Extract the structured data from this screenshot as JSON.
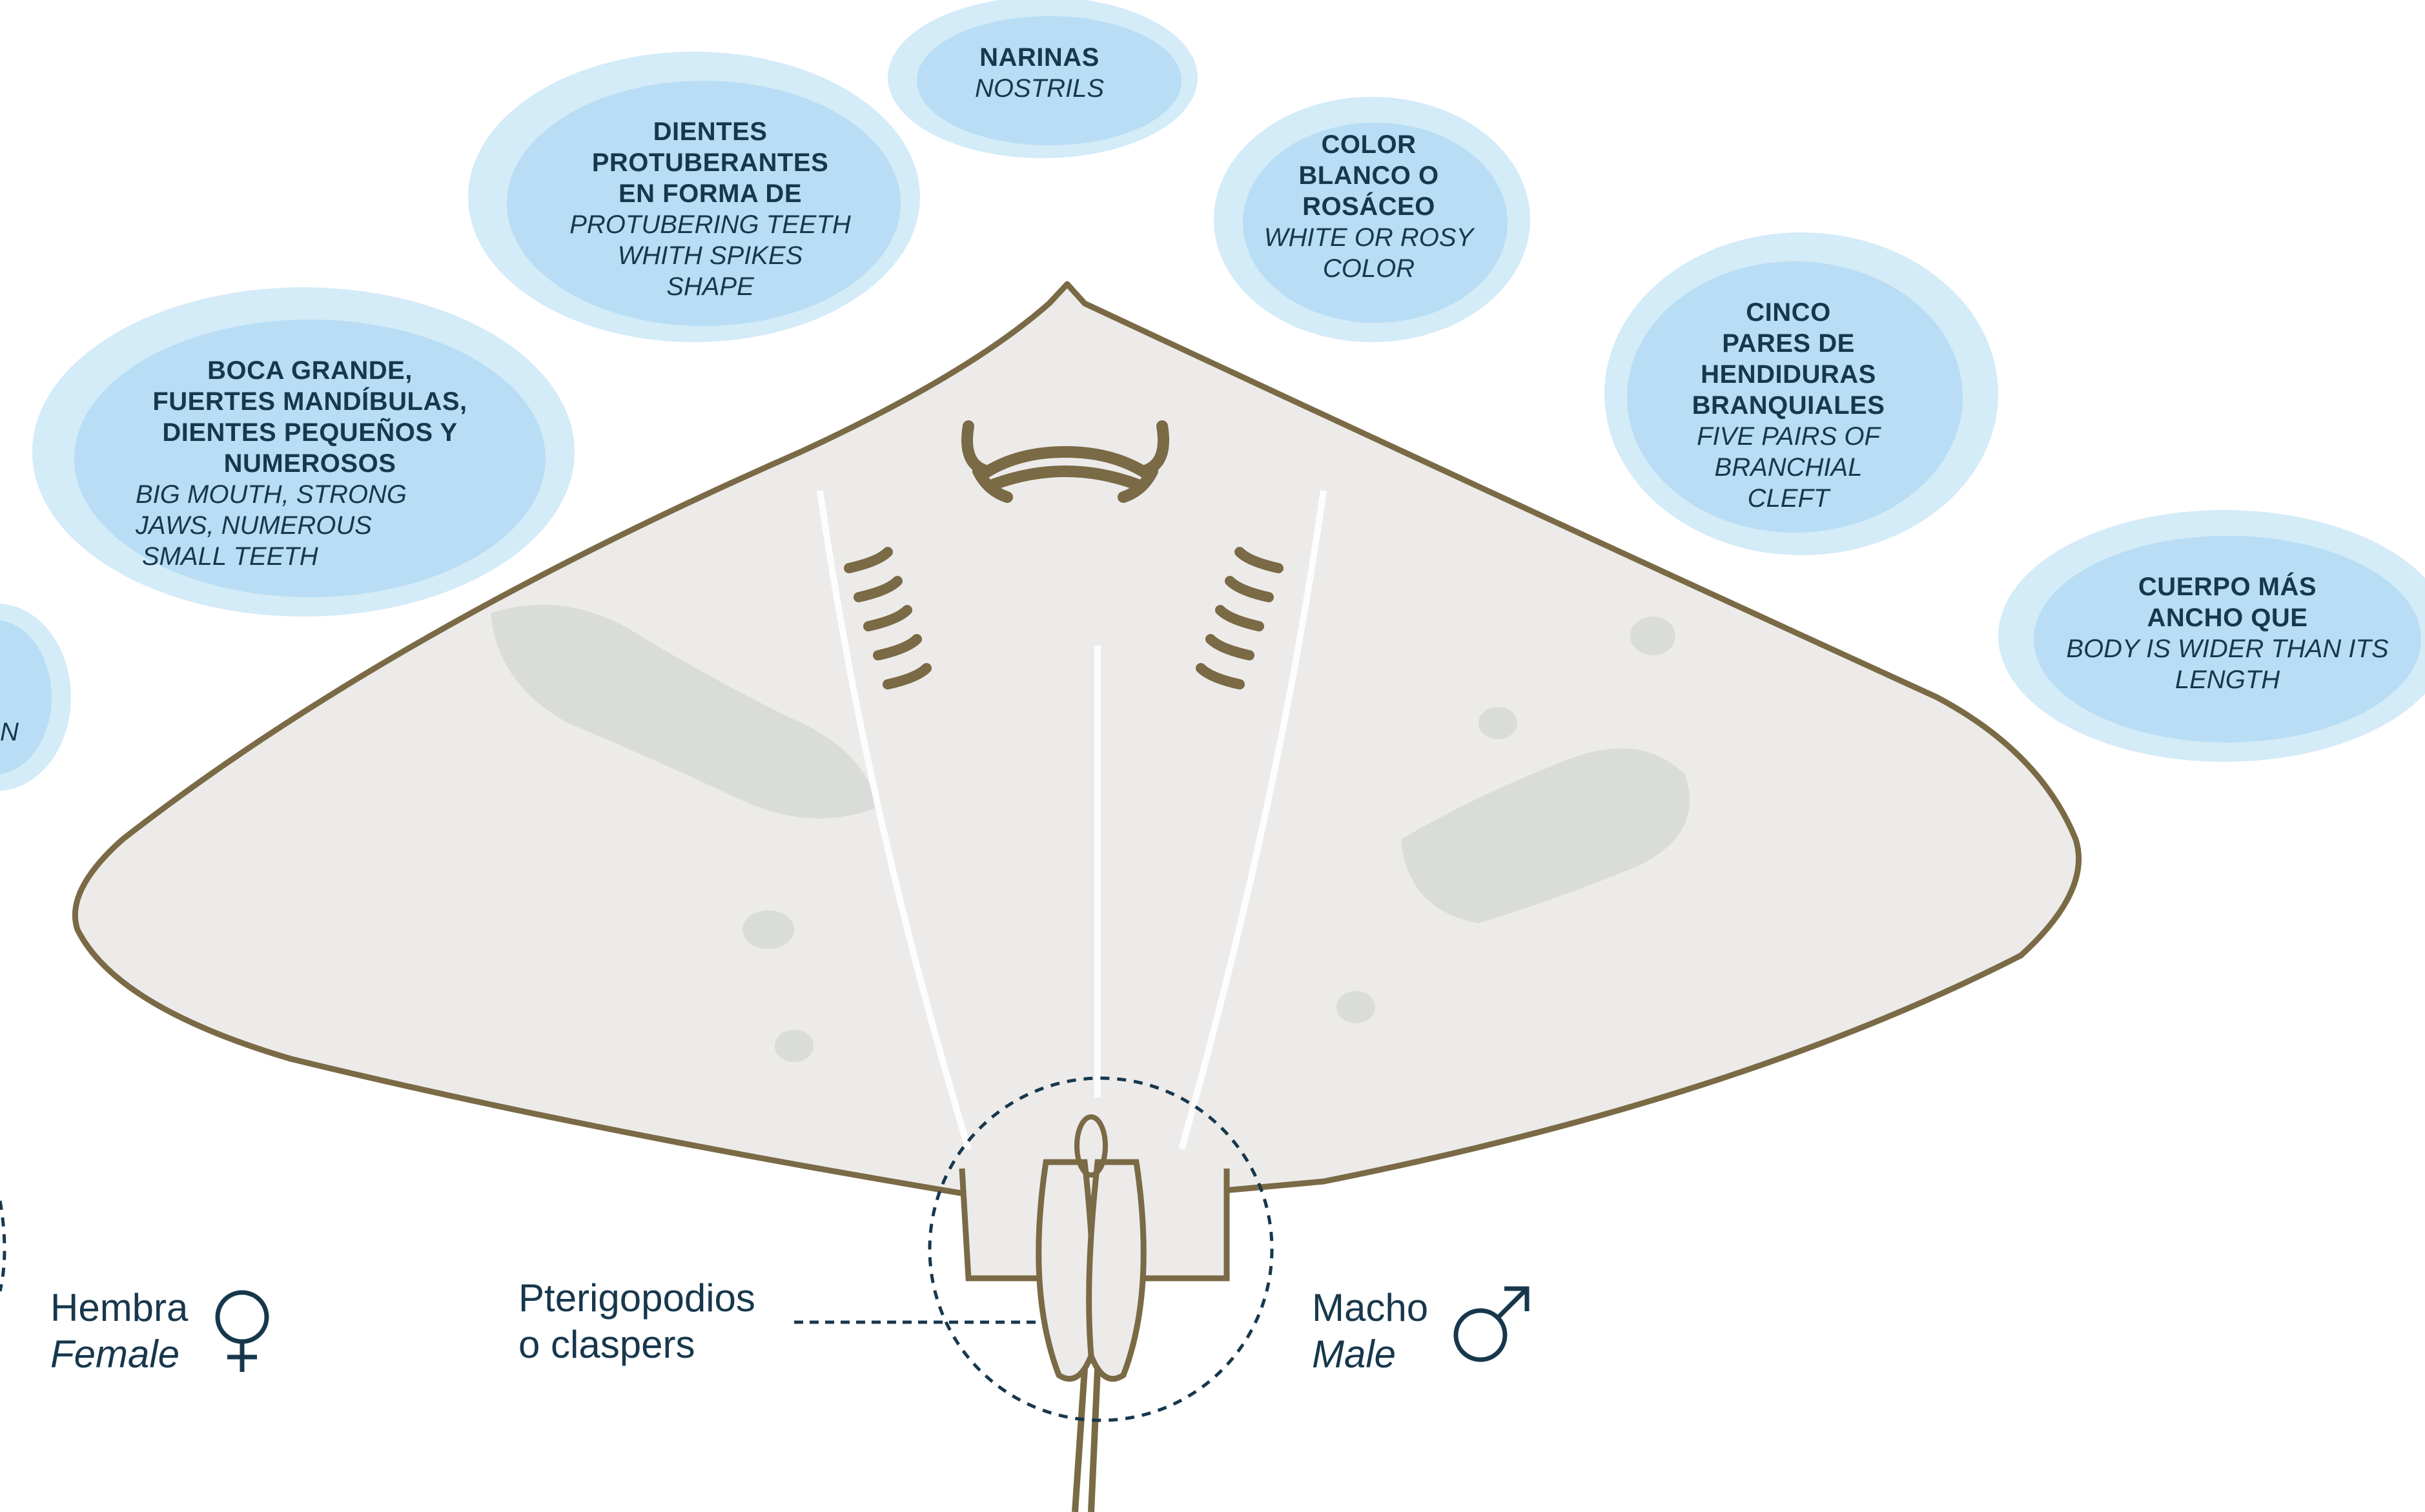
{
  "labels": {
    "nostrils": {
      "es": "NARINAS",
      "en": "NOSTRILS"
    },
    "teeth": {
      "es": [
        "DIENTES",
        "PROTUBERANTES",
        "EN FORMA DE"
      ],
      "en": [
        "PROTUBERING TEETH",
        "WHITH SPIKES",
        "SHAPE"
      ]
    },
    "color": {
      "es": [
        "COLOR",
        "BLANCO O",
        "ROSÁCEO"
      ],
      "en": [
        "WHITE OR ROSY",
        "COLOR"
      ]
    },
    "mouth": {
      "es": [
        "BOCA GRANDE,",
        "FUERTES MANDÍBULAS,",
        "DIENTES PEQUEÑOS Y",
        "NUMEROSOS"
      ],
      "en": [
        "BIG MOUTH, STRONG",
        "JAWS, NUMEROUS",
        "SMALL TEETH"
      ]
    },
    "gills": {
      "es": [
        "CINCO",
        "PARES DE",
        "HENDIDURAS",
        "BRANQUIALES"
      ],
      "en": [
        "FIVE PAIRS OF",
        "BRANCHIAL",
        "CLEFT"
      ]
    },
    "body": {
      "es": [
        "CUERPO MÁS",
        "ANCHO QUE"
      ],
      "en": [
        "BODY IS WIDER THAN ITS",
        "LENGTH"
      ]
    },
    "edge_partial": "N"
  },
  "sexes": {
    "female": {
      "es": "Hembra",
      "en": "Female",
      "symbol": "♀"
    },
    "male": {
      "es": "Macho",
      "en": "Male",
      "symbol": "♂"
    }
  },
  "claspers": {
    "line1": "Pterigopodios",
    "line2": "o claspers"
  },
  "colors": {
    "bubble_outer": "#d4ebf8",
    "bubble_inner": "#b8ddf4",
    "text": "#17374c",
    "outline": "#7a6a45",
    "body": "#ecebea"
  }
}
